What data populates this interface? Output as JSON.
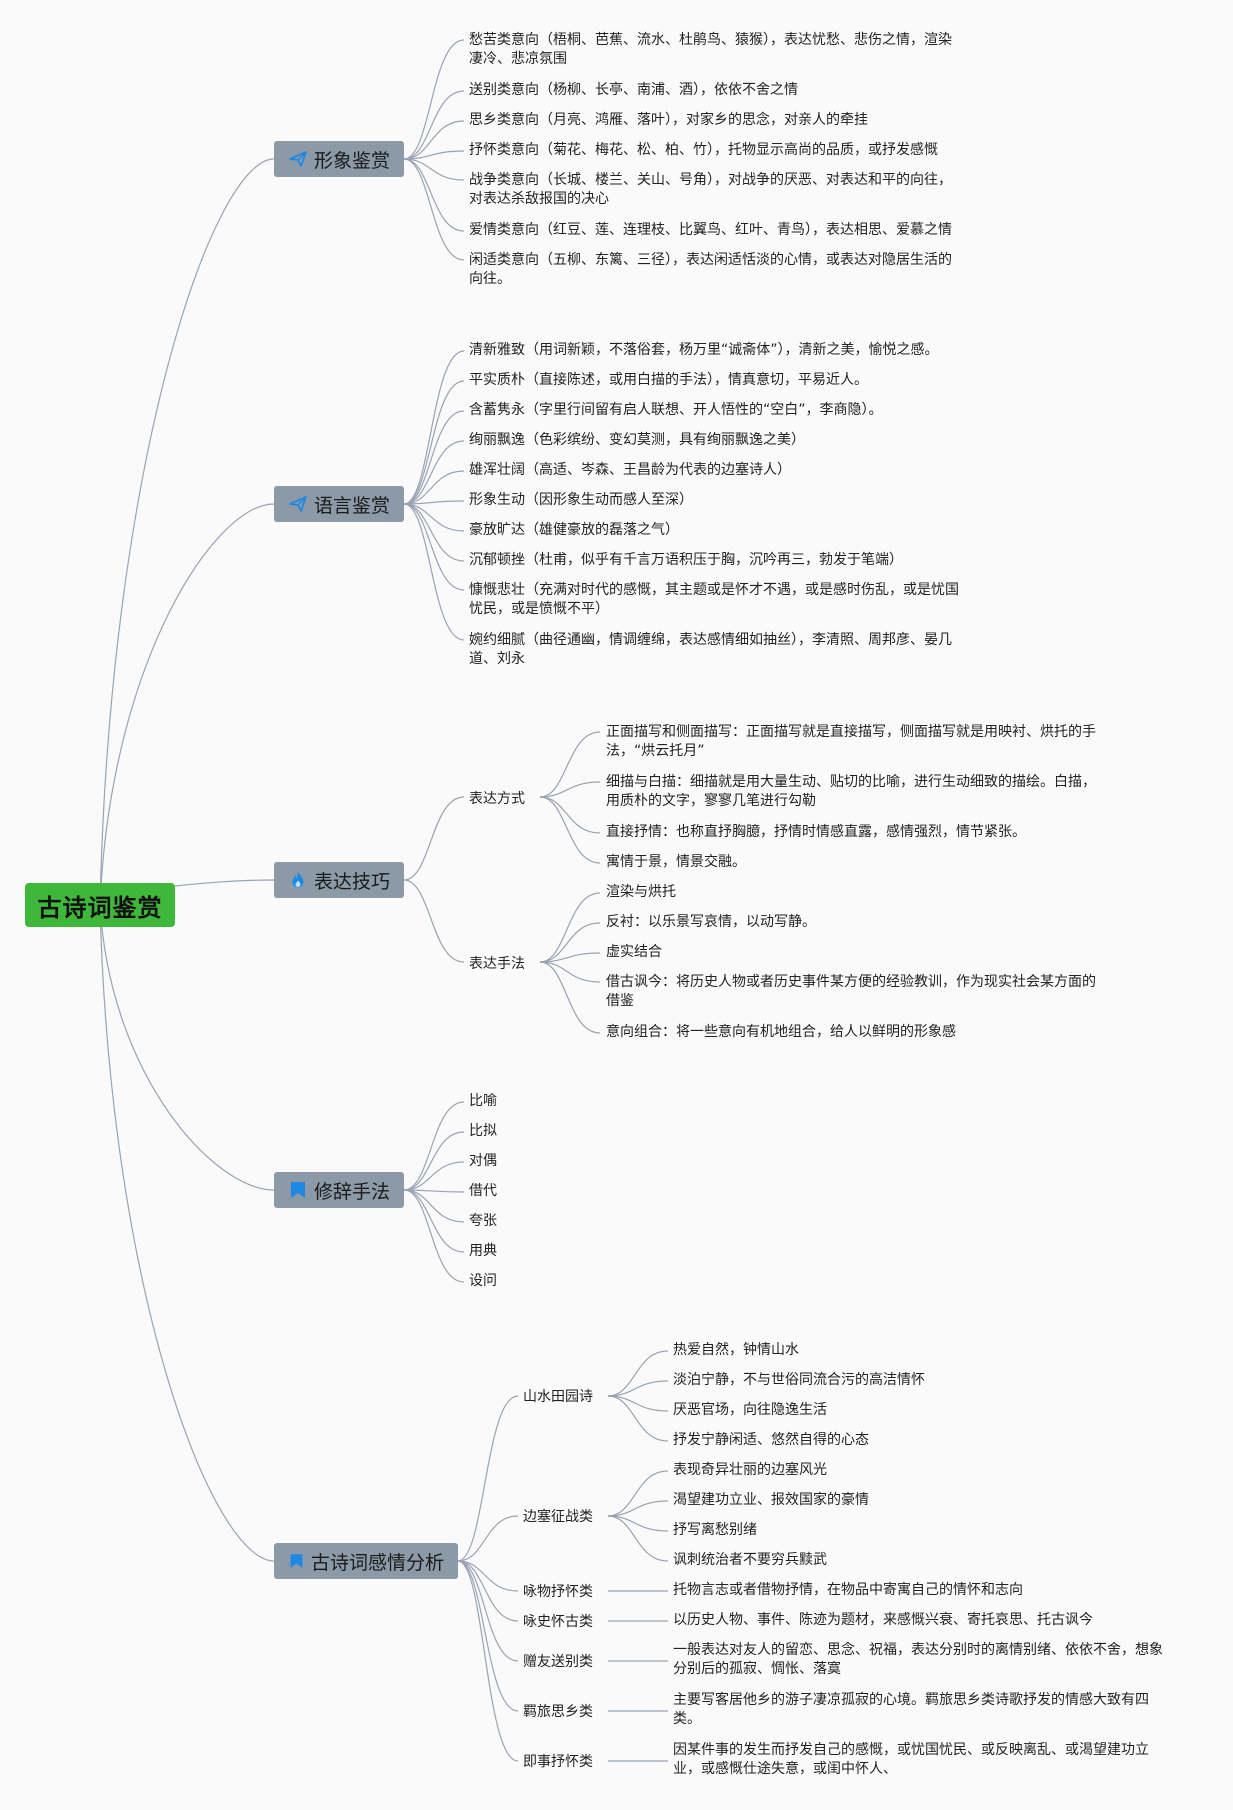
{
  "root": {
    "label": "古诗词鉴赏"
  },
  "branches": {
    "xingxiang": {
      "label": "形象鉴赏",
      "icon": "paper-plane-icon",
      "items": [
        "愁苦类意向（梧桐、芭蕉、流水、杜鹃鸟、猿猴），表达忧愁、悲伤之情，渲染凄冷、悲凉氛围",
        "送别类意向（杨柳、长亭、南浦、酒），依依不舍之情",
        "思乡类意向（月亮、鸿雁、落叶），对家乡的思念，对亲人的牵挂",
        "抒怀类意向（菊花、梅花、松、柏、竹），托物显示高尚的品质，或抒发感慨",
        "战争类意向（长城、楼兰、关山、号角），对战争的厌恶、对表达和平的向往，对表达杀敌报国的决心",
        "爱情类意向（红豆、莲、连理枝、比翼鸟、红叶、青鸟），表达相思、爱慕之情",
        "闲适类意向（五柳、东篱、三径），表达闲适恬淡的心情，或表达对隐居生活的向往。"
      ]
    },
    "yuyan": {
      "label": "语言鉴赏",
      "icon": "paper-plane-icon",
      "items": [
        "清新雅致（用词新颖，不落俗套，杨万里“诚斋体”），清新之美，愉悦之感。",
        "平实质朴（直接陈述，或用白描的手法），情真意切，平易近人。",
        "含蓄隽永（字里行间留有启人联想、开人悟性的“空白”，李商隐）。",
        "绚丽飘逸（色彩缤纷、变幻莫测，具有绚丽飘逸之美）",
        "雄浑壮阔（高适、岑森、王昌龄为代表的边塞诗人）",
        "形象生动（因形象生动而感人至深）",
        "豪放旷达（雄健豪放的磊落之气）",
        "沉郁顿挫（杜甫，似乎有千言万语积压于胸，沉吟再三，勃发于笔端）",
        "慷慨悲壮（充满对时代的感慨，其主题或是怀才不遇，或是感时伤乱，或是忧国忧民，或是愤慨不平）",
        "婉约细腻（曲径通幽，情调缠绵，表达感情细如抽丝），李清照、周邦彦、晏几道、刘永"
      ]
    },
    "biaoda": {
      "label": "表达技巧",
      "icon": "flame-icon",
      "groups": [
        {
          "label": "表达方式",
          "items": [
            "正面描写和侧面描写：正面描写就是直接描写，侧面描写就是用映衬、烘托的手法，“烘云托月”",
            "细描与白描：细描就是用大量生动、贴切的比喻，进行生动细致的描绘。白描，用质朴的文字，寥寥几笔进行勾勒",
            "直接抒情：也称直抒胸臆，抒情时情感直露，感情强烈，情节紧张。",
            "寓情于景，情景交融。"
          ]
        },
        {
          "label": "表达手法",
          "items": [
            "渲染与烘托",
            "反衬：以乐景写哀情，以动写静。",
            "虚实结合",
            "借古讽今：将历史人物或者历史事件某方便的经验教训，作为现实社会某方面的借鉴",
            "意向组合：将一些意向有机地组合，给人以鲜明的形象感"
          ]
        }
      ]
    },
    "xiuci": {
      "label": "修辞手法",
      "icon": "flag-icon",
      "items": [
        "比喻",
        "比拟",
        "对偶",
        "借代",
        "夸张",
        "用典",
        "设问"
      ]
    },
    "qinggan": {
      "label": "古诗词感情分析",
      "icon": "flag-icon",
      "groups": [
        {
          "label": "山水田园诗",
          "items": [
            "热爱自然，钟情山水",
            "淡泊宁静，不与世俗同流合污的高洁情怀",
            "厌恶官场，向往隐逸生活",
            "抒发宁静闲适、悠然自得的心态"
          ]
        },
        {
          "label": "边塞征战类",
          "items": [
            "表现奇异壮丽的边塞风光",
            "渴望建功立业、报效国家的豪情",
            "抒写离愁别绪",
            "讽刺统治者不要穷兵黩武"
          ]
        },
        {
          "label": "咏物抒怀类",
          "items": [
            "托物言志或者借物抒情，在物品中寄寓自己的情怀和志向"
          ]
        },
        {
          "label": "咏史怀古类",
          "items": [
            "以历史人物、事件、陈迹为题材，来感慨兴衰、寄托哀思、托古讽今"
          ]
        },
        {
          "label": "赠友送别类",
          "items": [
            "一般表达对友人的留恋、思念、祝福，表达分别时的离情别绪、依依不舍，想象分别后的孤寂、惆怅、落寞"
          ]
        },
        {
          "label": "羁旅思乡类",
          "items": [
            "主要写客居他乡的游子凄凉孤寂的心境。羁旅思乡类诗歌抒发的情感大致有四类。"
          ]
        },
        {
          "label": "即事抒怀类",
          "items": [
            "因某件事的发生而抒发自己的感慨，或忧国忧民、或反映离乱、或渴望建功立业，或感慨仕途失意，或闺中怀人、"
          ]
        }
      ]
    }
  },
  "colors": {
    "root": "#3fb73a",
    "main": "#8c9aa7",
    "line": "#9aa3b3",
    "icon": "#1e88e5"
  }
}
